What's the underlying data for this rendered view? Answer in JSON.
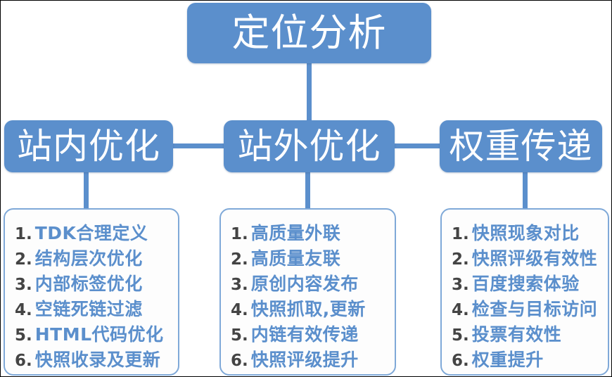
{
  "diagram": {
    "title_node": {
      "label": "定位分析"
    },
    "level2": [
      {
        "id": "onsite",
        "label": "站内优化"
      },
      {
        "id": "offsite",
        "label": "站外优化"
      },
      {
        "id": "weight",
        "label": "权重传递"
      }
    ],
    "lists": {
      "onsite": {
        "items": [
          {
            "num": "1.",
            "text": "TDK合理定义"
          },
          {
            "num": "2.",
            "text": "结构层次优化"
          },
          {
            "num": "3.",
            "text": "内部标签优化"
          },
          {
            "num": "4.",
            "text": "空链死链过滤"
          },
          {
            "num": "5.",
            "text": "HTML代码优化"
          },
          {
            "num": "6.",
            "text": "快照收录及更新"
          }
        ]
      },
      "offsite": {
        "items": [
          {
            "num": "1.",
            "text": "高质量外联"
          },
          {
            "num": "2.",
            "text": "高质量友联"
          },
          {
            "num": "3.",
            "text": "原创内容发布"
          },
          {
            "num": "4.",
            "text": "快照抓取,更新"
          },
          {
            "num": "5.",
            "text": "内链有效传递"
          },
          {
            "num": "6.",
            "text": "快照评级提升"
          }
        ]
      },
      "weight": {
        "items": [
          {
            "num": "1.",
            "text": "快照现象对比"
          },
          {
            "num": "2.",
            "text": "快照评级有效性"
          },
          {
            "num": "3.",
            "text": "百度搜索体验"
          },
          {
            "num": "4.",
            "text": "检查与目标访问"
          },
          {
            "num": "5.",
            "text": "投票有效性"
          },
          {
            "num": "6.",
            "text": "权重提升"
          }
        ]
      }
    },
    "colors": {
      "node_fill": "#5b8fcc",
      "node_text": "#ffffff",
      "connector": "#5b8fcc",
      "panel_border": "#7fa9d8",
      "panel_fill": "#fdfdfd",
      "list_text": "#5b8fcc",
      "list_number": "#444444",
      "canvas_border": "#000000"
    }
  }
}
